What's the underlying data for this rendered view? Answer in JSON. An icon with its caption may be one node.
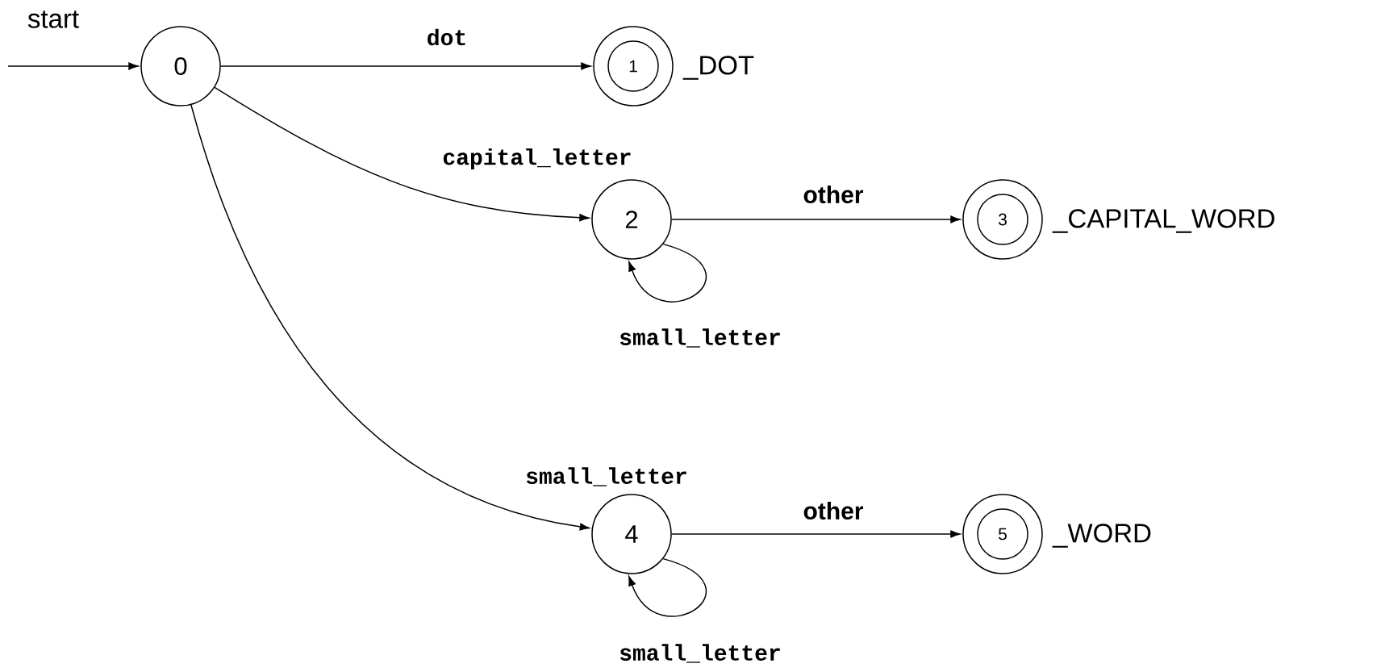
{
  "diagram": {
    "nodes": [
      {
        "text": [
          "0"
        ]
      },
      {
        "text": [
          "1"
        ],
        "beside": [
          "_DOT"
        ]
      },
      {
        "text": [
          "2"
        ]
      },
      {
        "text": [
          "3"
        ],
        "beside": [
          "_CAPITAL_WORD"
        ]
      },
      {
        "text": [
          "4"
        ]
      },
      {
        "text": [
          "5"
        ],
        "beside": [
          "_WORD"
        ]
      }
    ],
    "edges": [
      {
        "from": null,
        "to": 0,
        "arrow": "to",
        "label": "start"
      },
      {
        "from": 0,
        "to": 1,
        "arrow": "to",
        "label": "dot"
      },
      {
        "from": 0,
        "to": 2,
        "arrow": "to",
        "label": "capital_letter"
      },
      {
        "from": 2,
        "to": 3,
        "arrow": "to",
        "label": "other"
      },
      {
        "from": 2,
        "to": 2,
        "arrow": "to",
        "label": "small_letter"
      },
      {
        "from": 0,
        "to": 4,
        "arrow": "to",
        "label": "small_letter"
      },
      {
        "from": 4,
        "to": 5,
        "arrow": "to",
        "label": "other"
      },
      {
        "from": 4,
        "to": 4,
        "arrow": "to",
        "label": "small_letter"
      }
    ]
  }
}
